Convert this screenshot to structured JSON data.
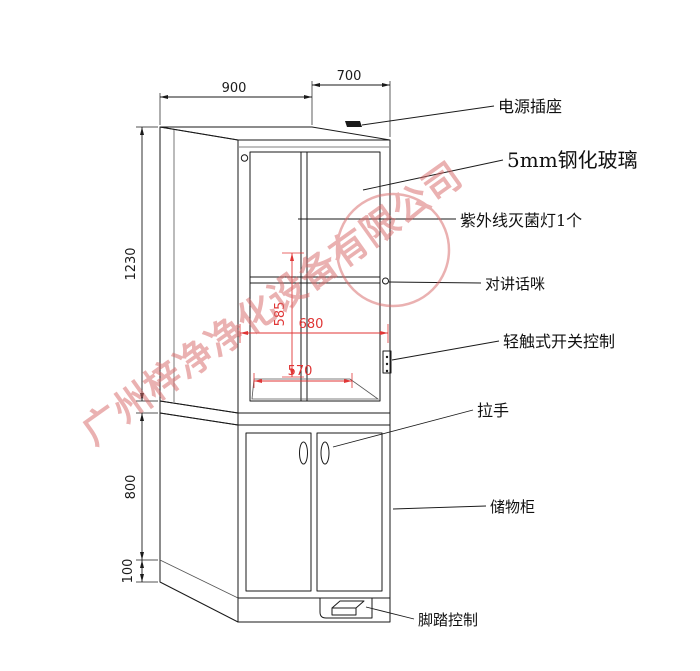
{
  "diagram": {
    "watermark_text": "广州梓净净化设备有限公司",
    "dims": {
      "top_width": "900",
      "top_depth": "700",
      "upper_height": "1230",
      "lower_height": "800",
      "base_height": "100",
      "inner_height": "585",
      "inner_width": "680",
      "inner_floor_width": "570"
    },
    "callouts": [
      {
        "id": "power-socket",
        "label": "电源插座"
      },
      {
        "id": "tempered-glass",
        "label": "5mm钢化玻璃"
      },
      {
        "id": "uv-lamp",
        "label": "紫外线灭菌灯1个"
      },
      {
        "id": "intercom-mic",
        "label": "对讲话咪"
      },
      {
        "id": "touch-switch",
        "label": "轻触式开关控制"
      },
      {
        "id": "handle",
        "label": "拉手"
      },
      {
        "id": "storage-cabinet",
        "label": "储物柜"
      },
      {
        "id": "foot-pedal",
        "label": "脚踏控制"
      }
    ],
    "colors": {
      "line": "#1a1a1a",
      "dimension_red": "#e03636",
      "watermark": "#d86a6a"
    }
  }
}
